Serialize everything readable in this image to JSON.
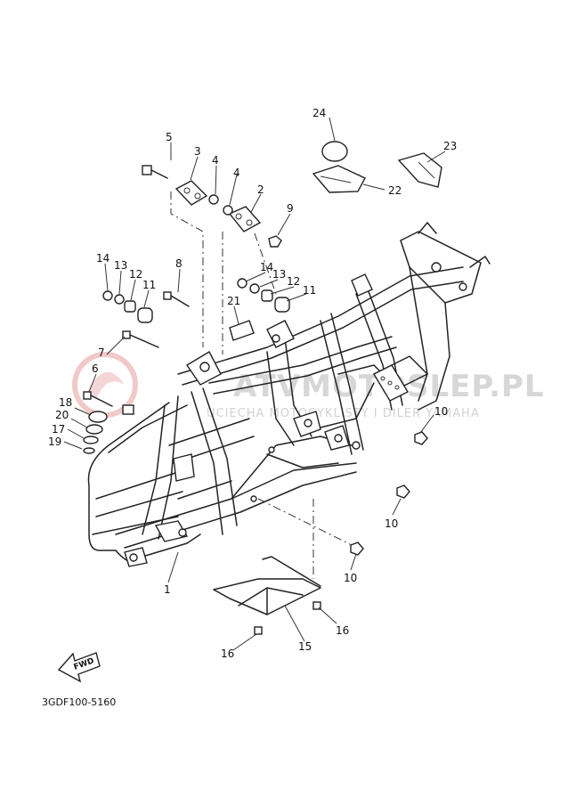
{
  "diagram": {
    "code": "3GDF100-5160",
    "fwd_label": "FWD",
    "watermark": {
      "text": "ATVMOTOSLEP.PL",
      "subtext": "UCIECHA MOTOCYKLISTY I DILER YAMAHA"
    },
    "callouts": [
      {
        "id": "c1",
        "label": "1"
      },
      {
        "id": "c2",
        "label": "2"
      },
      {
        "id": "c3",
        "label": "3"
      },
      {
        "id": "c4a",
        "label": "4"
      },
      {
        "id": "c4b",
        "label": "4"
      },
      {
        "id": "c5",
        "label": "5"
      },
      {
        "id": "c6",
        "label": "6"
      },
      {
        "id": "c7",
        "label": "7"
      },
      {
        "id": "c8",
        "label": "8"
      },
      {
        "id": "c9",
        "label": "9"
      },
      {
        "id": "c10a",
        "label": "10"
      },
      {
        "id": "c10b",
        "label": "10"
      },
      {
        "id": "c10c",
        "label": "10"
      },
      {
        "id": "c11a",
        "label": "11"
      },
      {
        "id": "c11b",
        "label": "11"
      },
      {
        "id": "c12a",
        "label": "12"
      },
      {
        "id": "c12b",
        "label": "12"
      },
      {
        "id": "c13a",
        "label": "13"
      },
      {
        "id": "c13b",
        "label": "13"
      },
      {
        "id": "c14a",
        "label": "14"
      },
      {
        "id": "c14b",
        "label": "14"
      },
      {
        "id": "c15",
        "label": "15"
      },
      {
        "id": "c16a",
        "label": "16"
      },
      {
        "id": "c16b",
        "label": "16"
      },
      {
        "id": "c17",
        "label": "17"
      },
      {
        "id": "c18",
        "label": "18"
      },
      {
        "id": "c19",
        "label": "19"
      },
      {
        "id": "c20",
        "label": "20"
      },
      {
        "id": "c21",
        "label": "21"
      },
      {
        "id": "c22",
        "label": "22"
      },
      {
        "id": "c23",
        "label": "23"
      },
      {
        "id": "c24",
        "label": "24"
      }
    ]
  }
}
